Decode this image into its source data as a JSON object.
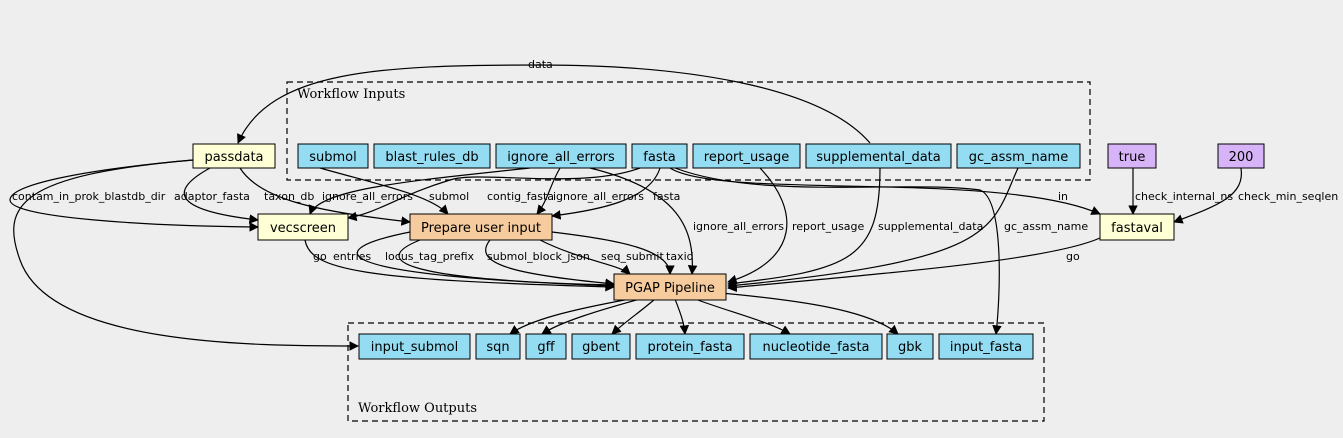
{
  "colors": {
    "background": "#eeeeee",
    "input": "#94dcf2",
    "tool": "#ffffd6",
    "workflow": "#f6cc9e",
    "constant": "#d7b3f7"
  },
  "clusters": {
    "inputs": "Workflow Inputs",
    "outputs": "Workflow Outputs"
  },
  "nodes": {
    "submol": {
      "label": "submol",
      "kind": "input"
    },
    "blast_rules_db": {
      "label": "blast_rules_db",
      "kind": "input"
    },
    "ignore_all_errors": {
      "label": "ignore_all_errors",
      "kind": "input"
    },
    "fasta": {
      "label": "fasta",
      "kind": "input"
    },
    "report_usage": {
      "label": "report_usage",
      "kind": "input"
    },
    "supplemental_data": {
      "label": "supplemental_data",
      "kind": "input"
    },
    "gc_assm_name": {
      "label": "gc_assm_name",
      "kind": "input"
    },
    "passdata": {
      "label": "passdata",
      "kind": "tool"
    },
    "true": {
      "label": "true",
      "kind": "constant"
    },
    "c200": {
      "label": "200",
      "kind": "constant"
    },
    "vecscreen": {
      "label": "vecscreen",
      "kind": "tool"
    },
    "prepare": {
      "label": "Prepare user input",
      "kind": "workflow"
    },
    "fastaval": {
      "label": "fastaval",
      "kind": "tool"
    },
    "pgap": {
      "label": "PGAP Pipeline",
      "kind": "workflow"
    },
    "out_input_submol": {
      "label": "input_submol",
      "kind": "input"
    },
    "out_sqn": {
      "label": "sqn",
      "kind": "input"
    },
    "out_gff": {
      "label": "gff",
      "kind": "input"
    },
    "out_gbent": {
      "label": "gbent",
      "kind": "input"
    },
    "out_protein_fasta": {
      "label": "protein_fasta",
      "kind": "input"
    },
    "out_nucleotide_fasta": {
      "label": "nucleotide_fasta",
      "kind": "input"
    },
    "out_gbk": {
      "label": "gbk",
      "kind": "input"
    },
    "out_input_fasta": {
      "label": "input_fasta",
      "kind": "input"
    }
  },
  "edges": [
    {
      "id": "e_data",
      "from": "supplemental_data",
      "to": "passdata",
      "label": "data"
    },
    {
      "id": "e_contam",
      "from": "passdata",
      "to": "vecscreen",
      "label": "contam_in_prok_blastdb_dir"
    },
    {
      "id": "e_adaptor",
      "from": "passdata",
      "to": "vecscreen",
      "label": "adaptor_fasta"
    },
    {
      "id": "e_taxon",
      "from": "passdata",
      "to": "prepare",
      "label": "taxon_db"
    },
    {
      "id": "e_pd_out",
      "from": "passdata",
      "to": "out_input_submol",
      "label": ""
    },
    {
      "id": "e_submol_prep",
      "from": "submol",
      "to": "prepare",
      "label": "submol"
    },
    {
      "id": "e_ign_vec",
      "from": "ignore_all_errors",
      "to": "vecscreen",
      "label": "ignore_all_errors"
    },
    {
      "id": "e_ign_prep",
      "from": "ignore_all_errors",
      "to": "prepare",
      "label": "ignore_all_errors"
    },
    {
      "id": "e_ign_pgap",
      "from": "ignore_all_errors",
      "to": "pgap",
      "label": "ignore_all_errors"
    },
    {
      "id": "e_fasta_vec",
      "from": "fasta",
      "to": "vecscreen",
      "label": "contig_fasta"
    },
    {
      "id": "e_fasta_prep",
      "from": "fasta",
      "to": "prepare",
      "label": "fasta"
    },
    {
      "id": "e_fasta_fv",
      "from": "fasta",
      "to": "fastaval",
      "label": "in"
    },
    {
      "id": "e_fasta_out",
      "from": "fasta",
      "to": "out_input_fasta",
      "label": ""
    },
    {
      "id": "e_report",
      "from": "report_usage",
      "to": "pgap",
      "label": "report_usage"
    },
    {
      "id": "e_supp",
      "from": "supplemental_data",
      "to": "pgap",
      "label": "supplemental_data"
    },
    {
      "id": "e_gcassm",
      "from": "gc_assm_name",
      "to": "pgap",
      "label": "gc_assm_name"
    },
    {
      "id": "e_true",
      "from": "true",
      "to": "fastaval",
      "label": "check_internal_ns"
    },
    {
      "id": "e_200",
      "from": "c200",
      "to": "fastaval",
      "label": "check_min_seqlen"
    },
    {
      "id": "e_vec_go",
      "from": "vecscreen",
      "to": "pgap",
      "label": "go"
    },
    {
      "id": "e_entries",
      "from": "prepare",
      "to": "pgap",
      "label": "entries"
    },
    {
      "id": "e_locus",
      "from": "prepare",
      "to": "pgap",
      "label": "locus_tag_prefix"
    },
    {
      "id": "e_submolb",
      "from": "prepare",
      "to": "pgap",
      "label": "submol_block_json"
    },
    {
      "id": "e_seqsub",
      "from": "prepare",
      "to": "pgap",
      "label": "seq_submit"
    },
    {
      "id": "e_taxid",
      "from": "prepare",
      "to": "pgap",
      "label": "taxid"
    },
    {
      "id": "e_fv_go",
      "from": "fastaval",
      "to": "pgap",
      "label": "go"
    },
    {
      "id": "e_o_sqn",
      "from": "pgap",
      "to": "out_sqn",
      "label": ""
    },
    {
      "id": "e_o_gff",
      "from": "pgap",
      "to": "out_gff",
      "label": ""
    },
    {
      "id": "e_o_gbent",
      "from": "pgap",
      "to": "out_gbent",
      "label": ""
    },
    {
      "id": "e_o_prot",
      "from": "pgap",
      "to": "out_protein_fasta",
      "label": ""
    },
    {
      "id": "e_o_nuc",
      "from": "pgap",
      "to": "out_nucleotide_fasta",
      "label": ""
    },
    {
      "id": "e_o_gbk",
      "from": "pgap",
      "to": "out_gbk",
      "label": ""
    }
  ]
}
